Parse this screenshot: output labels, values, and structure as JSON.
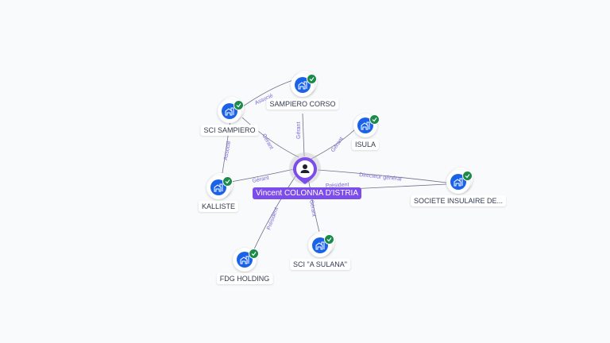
{
  "center": {
    "name": "Vincent COLONNA D'ISTRIA",
    "icon": "person-icon",
    "color": "#7c4dea"
  },
  "nodes": [
    {
      "id": "sampiero-corso",
      "label": "SAMPIERO CORSO",
      "icon": "building-icon",
      "verified": true
    },
    {
      "id": "sci-sampiero",
      "label": "SCI SAMPIERO",
      "icon": "building-icon",
      "verified": true
    },
    {
      "id": "isula",
      "label": "ISULA",
      "icon": "building-icon",
      "verified": true
    },
    {
      "id": "kalliste",
      "label": "KALLISTE",
      "icon": "building-icon",
      "verified": true
    },
    {
      "id": "societe-insulaire",
      "label": "SOCIETE INSULAIRE DE...",
      "icon": "building-icon",
      "verified": true
    },
    {
      "id": "fdg-holding",
      "label": "FDG HOLDING",
      "icon": "building-icon",
      "verified": true
    },
    {
      "id": "sci-a-sulana",
      "label": "SCI \"A SULANA\"",
      "icon": "building-icon",
      "verified": true
    }
  ],
  "edges": [
    {
      "from": "center",
      "to": "sampiero-corso",
      "label": "Gérant"
    },
    {
      "from": "center",
      "to": "sci-sampiero",
      "label": "Gérant"
    },
    {
      "from": "center",
      "to": "isula",
      "label": "Gérant"
    },
    {
      "from": "center",
      "to": "kalliste",
      "label": "Gérant"
    },
    {
      "from": "center",
      "to": "societe-insulaire",
      "label": "Directeur général"
    },
    {
      "from": "center",
      "to": "societe-insulaire",
      "label": "Président"
    },
    {
      "from": "center",
      "to": "fdg-holding",
      "label": "Président"
    },
    {
      "from": "center",
      "to": "sci-a-sulana",
      "label": "Gérant"
    },
    {
      "from": "sampiero-corso",
      "to": "sci-sampiero",
      "label": "Associé"
    },
    {
      "from": "kalliste",
      "to": "sci-sampiero",
      "label": "Associé"
    }
  ],
  "colors": {
    "accent": "#7c4dea",
    "node": "#1a63e8",
    "verified": "#1b8a4a",
    "edge": "#6b7085",
    "edgeLabel": "#7a6ad8"
  }
}
